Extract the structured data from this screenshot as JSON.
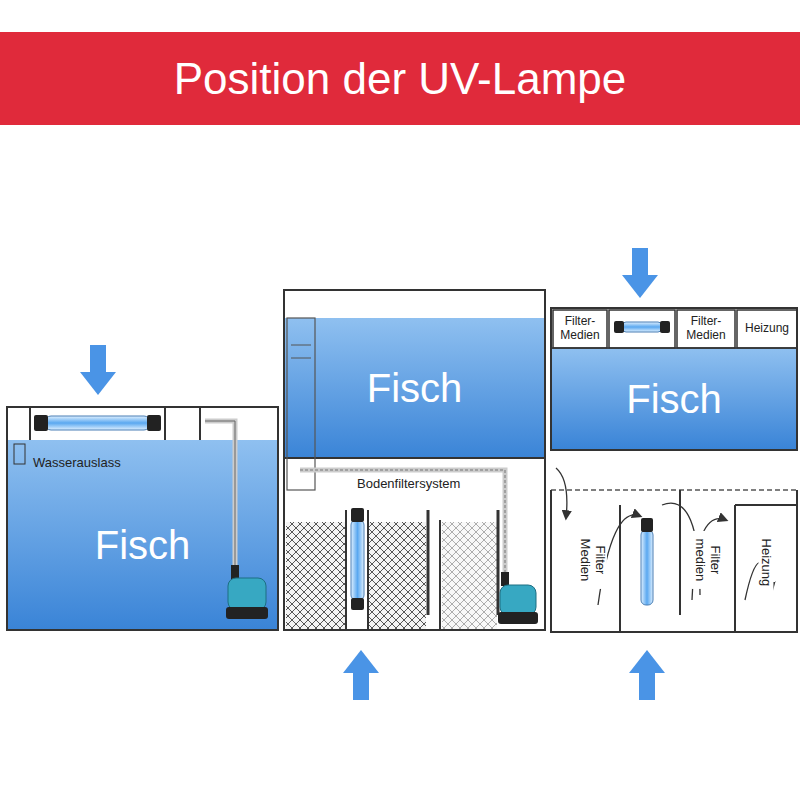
{
  "diagram": {
    "title": "Position der UV-Lampe",
    "nodes": [
      {
        "text": [
          "Wasserauslass",
          "Fisch"
        ]
      },
      {
        "text": [
          "Fisch"
        ]
      },
      {
        "text": [
          "Bodenfiltersystem"
        ]
      },
      {
        "text": [
          "Filter-Medien"
        ]
      },
      {
        "text": [
          "Filter-Medien"
        ]
      },
      {
        "text": [
          "Heizung"
        ]
      },
      {
        "text": [
          "Fisch"
        ]
      }
    ],
    "labels": [
      "Filter Medien",
      "Filter medien",
      "Heizung"
    ]
  }
}
